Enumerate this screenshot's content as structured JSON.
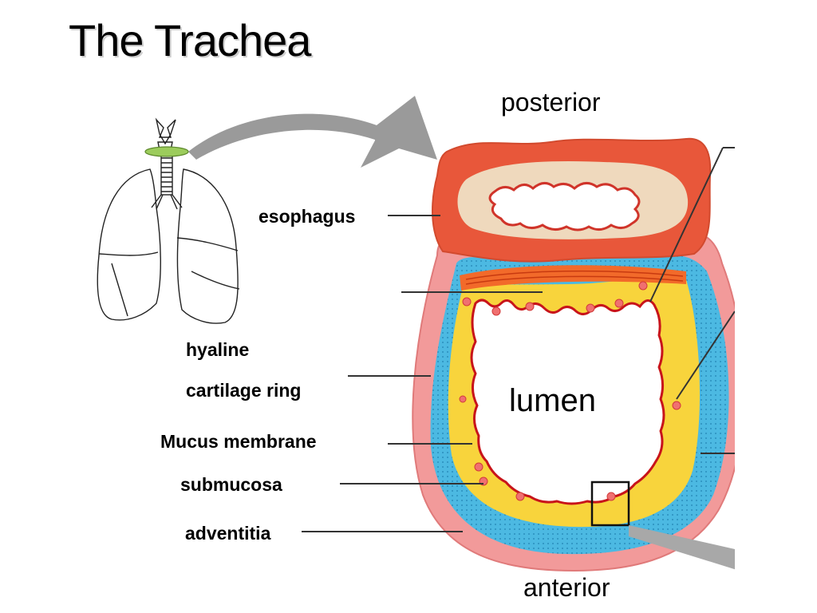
{
  "title": "The Trachea",
  "orientation": {
    "top": "posterior",
    "bottom": "anterior"
  },
  "labels": {
    "esophagus": "esophagus",
    "hyaline": "hyaline",
    "cartilage_ring": "cartilage ring",
    "mucus_membrane": "Mucus membrane",
    "submucosa": "submucosa",
    "adventitia": "adventitia",
    "lumen": "lumen"
  },
  "colors": {
    "esophagus_outer": "#e8573a",
    "esophagus_inner": "#efd9bd",
    "cartilage": "#46b7e0",
    "submucosa": "#f7d33a",
    "mucosa_line": "#c8141a",
    "adventitia": "#f08a8a",
    "arrow": "#9a9a9a"
  }
}
